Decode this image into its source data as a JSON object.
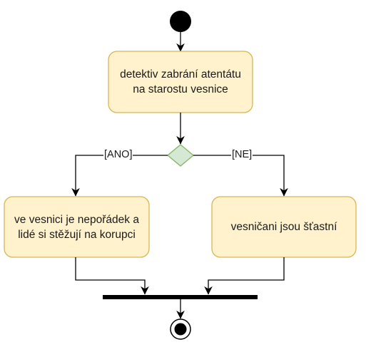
{
  "diagram": {
    "actions": {
      "main": "detektiv zabrání atentátu na starostu vesnice",
      "left": "ve vesnici je nepořádek a lidé si stěžují na korupci",
      "right": "vesničani jsou šťastní"
    },
    "guards": {
      "yes": "[ANO]",
      "no": "[NE]"
    },
    "colors": {
      "action_fill": "#FFF2CC",
      "action_stroke": "#D6B656",
      "decision_fill": "#D5E8D4",
      "decision_stroke": "#82B366",
      "line": "#000000"
    }
  }
}
